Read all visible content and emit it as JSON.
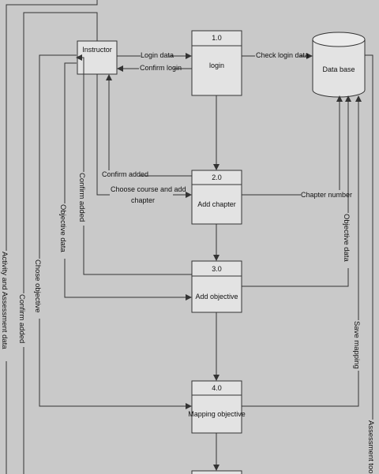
{
  "entities": {
    "instructor": "Instructor"
  },
  "processes": {
    "p1": {
      "id": "1.0",
      "name": "login"
    },
    "p2": {
      "id": "2.0",
      "name": "Add chapter"
    },
    "p3": {
      "id": "3.0",
      "name": "Add objective"
    },
    "p4": {
      "id": "4.0",
      "name": "Mapping objective"
    }
  },
  "datastore": {
    "name": "Data base"
  },
  "flows": {
    "login_data": "Login data",
    "confirm_login": "Confirm login",
    "check_login_data": "Check login data",
    "confirm_added_1": "Confirm added",
    "choose_course_1": "Choose course and add",
    "choose_course_2": "chapter",
    "chapter_number": "Chapter number",
    "confirm_added_v": "Confirm added",
    "objective_data_left": "Objective data",
    "objective_data_right": "Objective data",
    "chose_objective": "Chose objective",
    "confirm_added_far": "Confirm added",
    "activity_assessment": "Activity and Assessment data",
    "save_mapping": "Save mapping",
    "assessment_tool": "Assessment tool"
  }
}
